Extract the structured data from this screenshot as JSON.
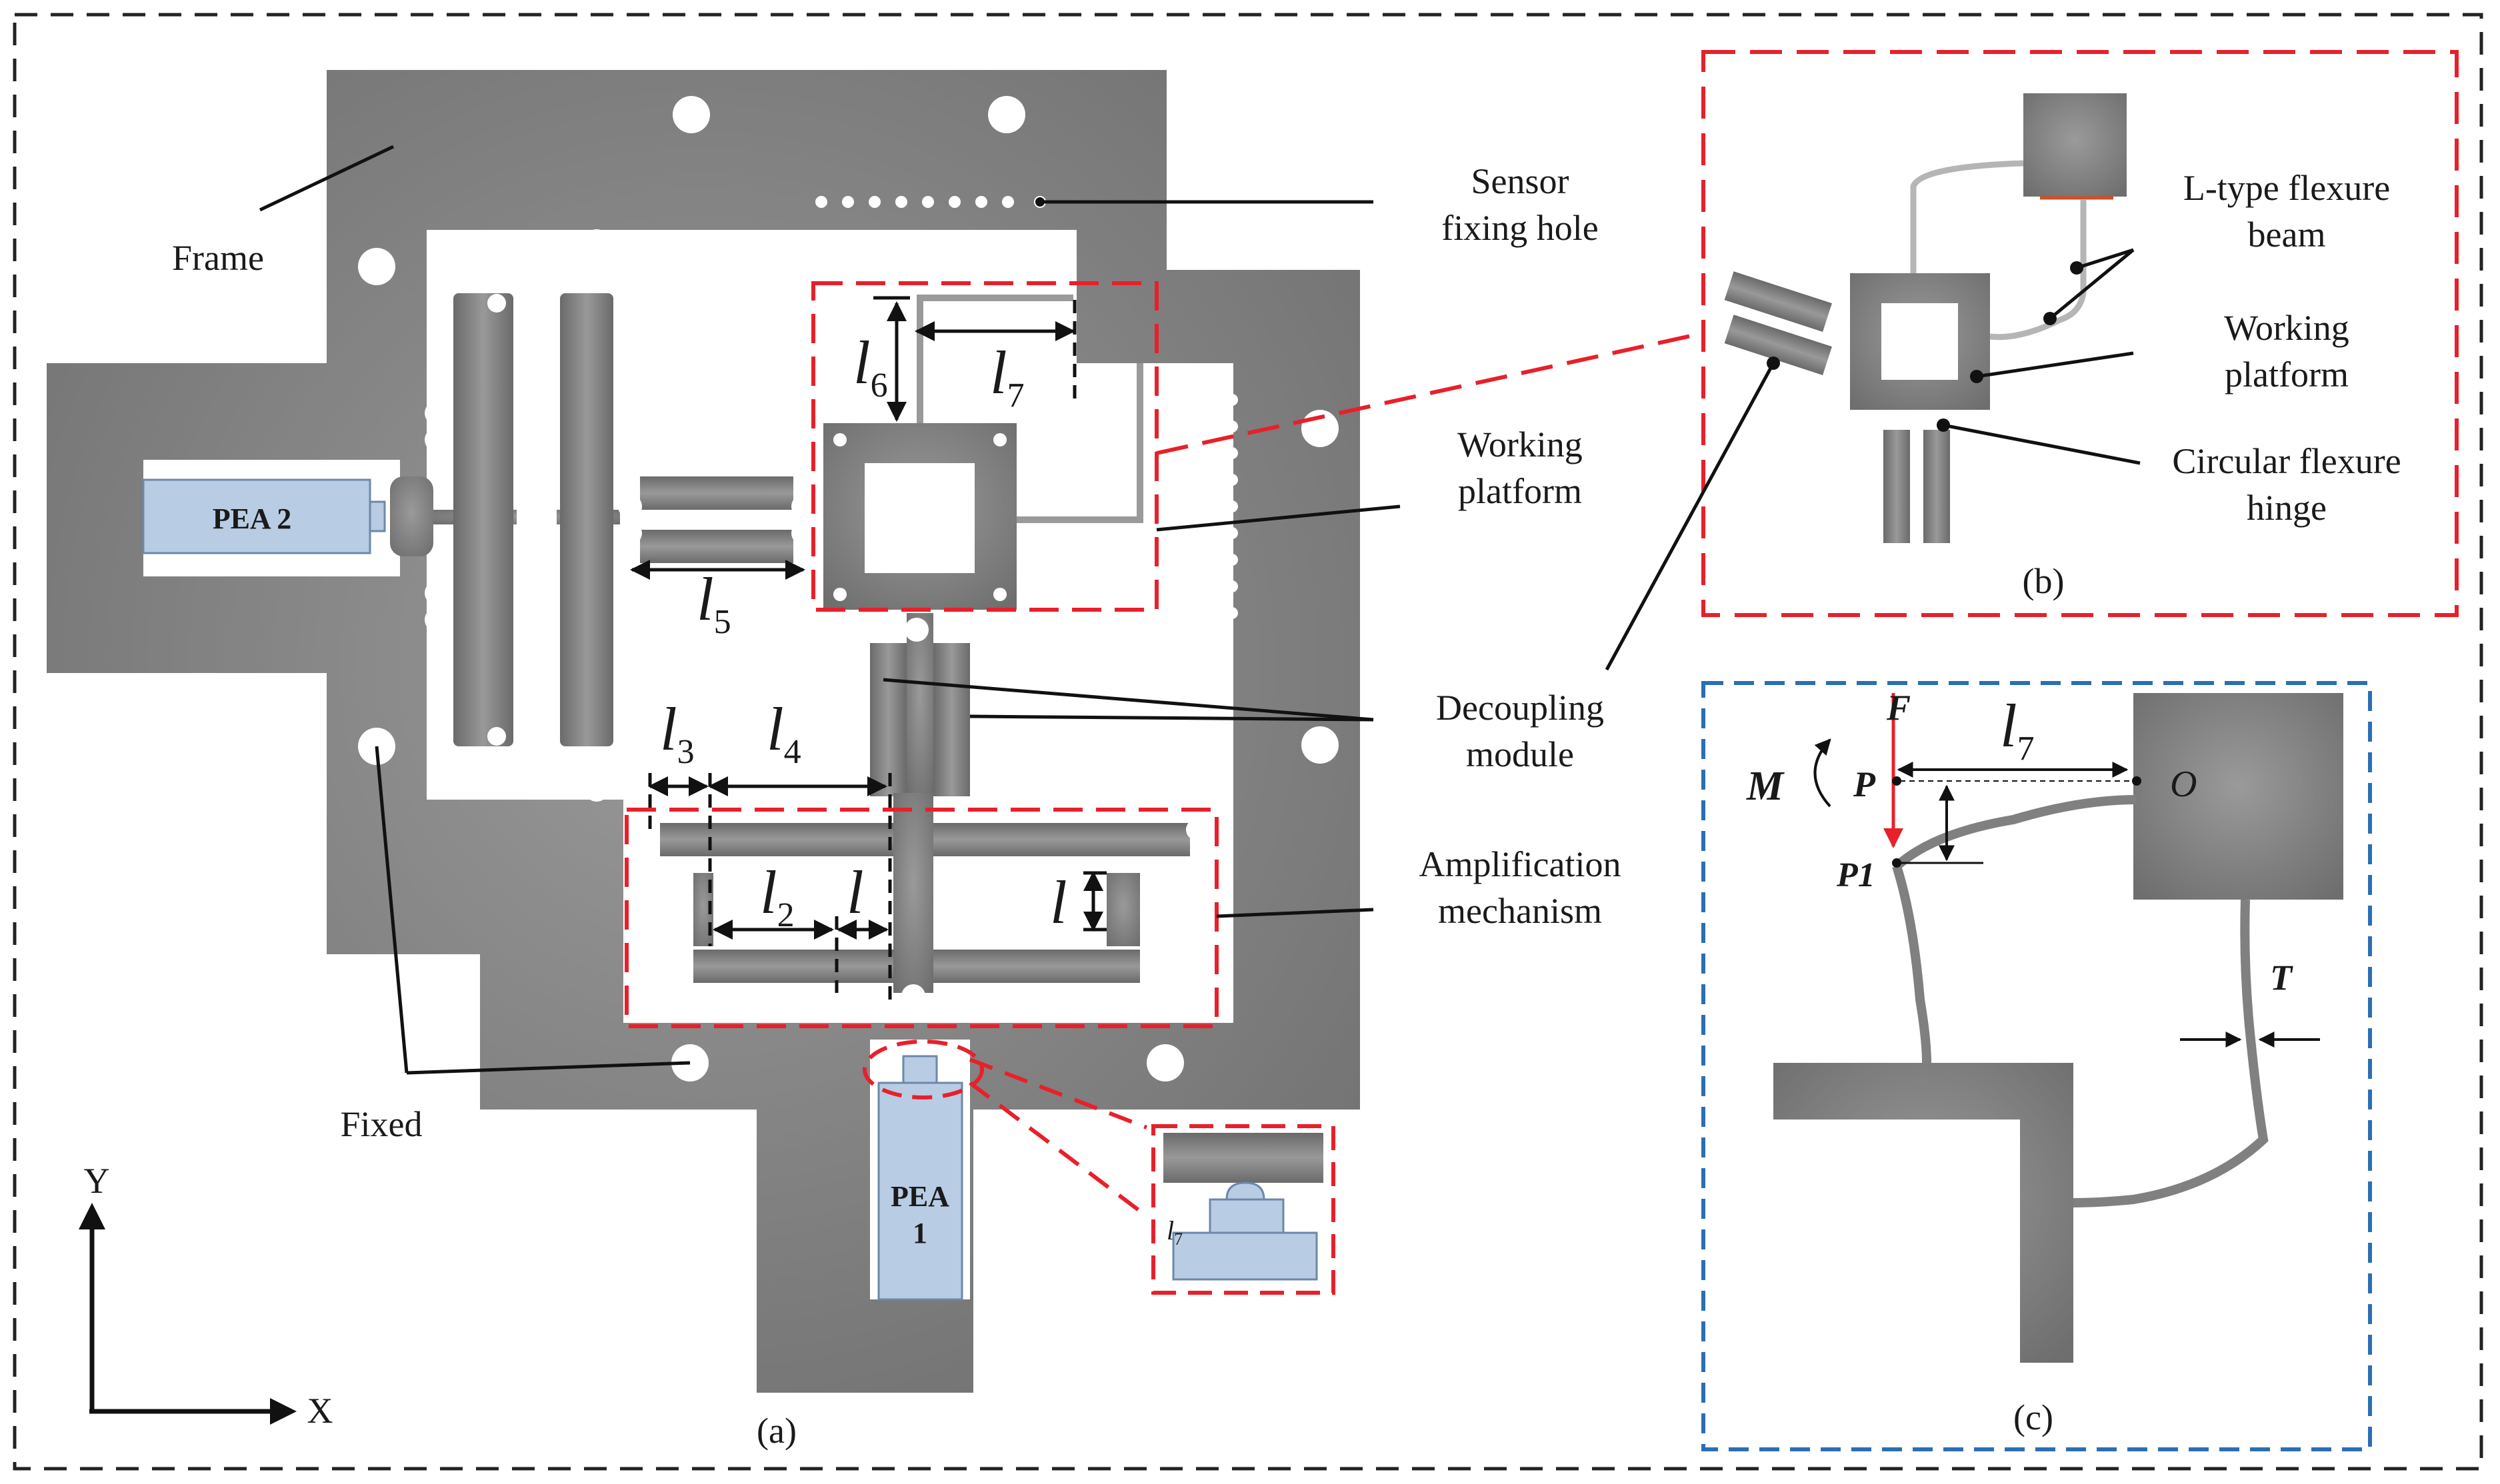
{
  "panels": {
    "a": "(a)",
    "b": "(b)",
    "c": "(c)"
  },
  "labels_a": {
    "frame": "Frame",
    "sensor_line1": "Sensor",
    "sensor_line2": "fixing hole",
    "working_line1": "Working",
    "working_line2": "platform",
    "decoupling_line1": "Decoupling",
    "decoupling_line2": "module",
    "amplification_line1": "Amplification",
    "amplification_line2": "mechanism",
    "fixed": "Fixed",
    "pea2": "PEA 2",
    "pea1_line1": "PEA",
    "pea1_line2": "1",
    "axis_y": "Y",
    "axis_x": "X"
  },
  "dimensions": {
    "l_symbol": "l",
    "l2": "2",
    "l3": "3",
    "l4": "4",
    "l5": "5",
    "l6": "6",
    "l7": "7",
    "l_inset": "7"
  },
  "labels_b": {
    "ltype_line1": "L-type flexure",
    "ltype_line2": "beam",
    "working_line1": "Working",
    "working_line2": "platform",
    "circular_line1": "Circular flexure",
    "circular_line2": "hinge"
  },
  "labels_c": {
    "F": "F",
    "M": "M",
    "P": "P",
    "P1": "P1",
    "O": "O",
    "T": "T",
    "l7_sub": "7"
  },
  "colors": {
    "body_gray": "#7a7a7a",
    "dashed_red": "#e8202a",
    "dashed_blue": "#2a6fb5",
    "pea_blue": "#b8cce4",
    "frame_dash": "#222222"
  }
}
